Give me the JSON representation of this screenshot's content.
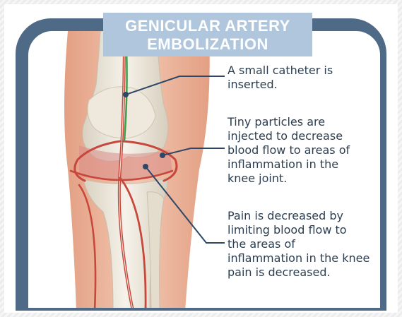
{
  "title": {
    "line1": "GENICULAR ARTERY",
    "line2": "EMBOLIZATION"
  },
  "callouts": [
    {
      "text": "A small catheter is\ninserted."
    },
    {
      "text": "Tiny particles are\ninjected to decrease\nblood flow to areas of\ninflammation in the\nknee joint."
    },
    {
      "text": "Pain is decreased by\nlimiting blood flow to\nthe areas of\ninflammation in the knee\npain is decreased."
    }
  ],
  "colors": {
    "frame": "#4f6a86",
    "title_bg": "#afc6dd",
    "artery": "#c8473c",
    "catheter": "#3aa14a",
    "pointer": "#2e4766",
    "bone": "#ebe4d6",
    "skin": "#eab398"
  }
}
